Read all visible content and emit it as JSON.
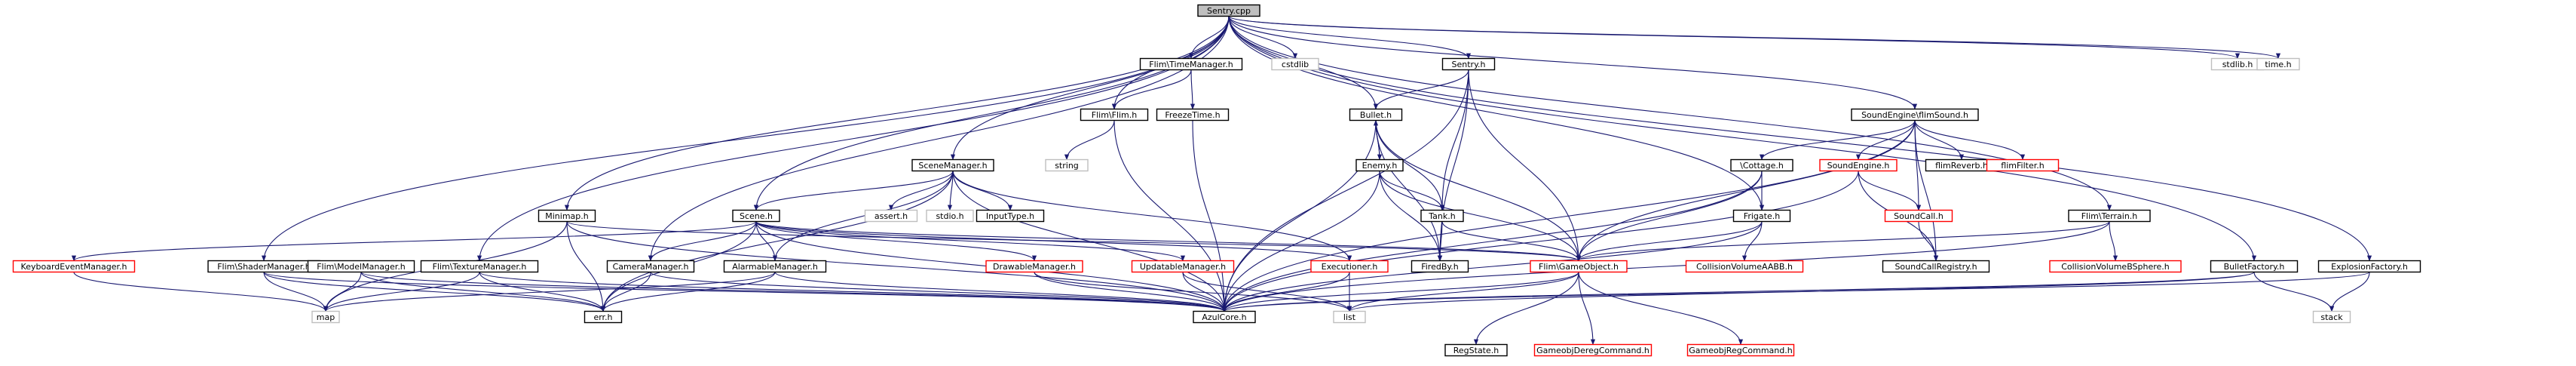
{
  "colors": {
    "edge": "#191970",
    "node_border": "#000000",
    "node_border_unresolved": "#bfbfbf",
    "node_border_external": "#ff0000",
    "node_root_fill": "#bfbfbf",
    "node_fill": "#ffffff",
    "label_unresolved": "#7f7f7f"
  },
  "nodes": [
    {
      "id": "sentry_cpp",
      "label": "Sentry.cpp",
      "kind": "root"
    },
    {
      "id": "flim_timemanager",
      "label": "Flim\\TimeManager.h",
      "kind": "normal"
    },
    {
      "id": "cstdlib",
      "label": "cstdlib",
      "kind": "unresolved"
    },
    {
      "id": "sentry_h",
      "label": "Sentry.h",
      "kind": "normal"
    },
    {
      "id": "stdlib_h",
      "label": "stdlib.h",
      "kind": "unresolved"
    },
    {
      "id": "time_h",
      "label": "time.h",
      "kind": "unresolved"
    },
    {
      "id": "flim_flim",
      "label": "Flim\\Flim.h",
      "kind": "normal"
    },
    {
      "id": "freezetime",
      "label": "FreezeTime.h",
      "kind": "normal"
    },
    {
      "id": "bullet_h",
      "label": "Bullet.h",
      "kind": "normal"
    },
    {
      "id": "soundengine_flimsound",
      "label": "SoundEngine\\flimSound.h",
      "kind": "normal"
    },
    {
      "id": "string",
      "label": "string",
      "kind": "unresolved"
    },
    {
      "id": "scenemanager",
      "label": "SceneManager.h",
      "kind": "normal"
    },
    {
      "id": "enemy_h",
      "label": "Enemy.h",
      "kind": "normal"
    },
    {
      "id": "cottage",
      "label": "\\Cottage.h",
      "kind": "normal"
    },
    {
      "id": "soundengine_h",
      "label": "SoundEngine.h",
      "kind": "external"
    },
    {
      "id": "flimreverb",
      "label": "flimReverb.h",
      "kind": "normal"
    },
    {
      "id": "flimfilter",
      "label": "flimFilter.h",
      "kind": "external"
    },
    {
      "id": "assert_h",
      "label": "assert.h",
      "kind": "unresolved"
    },
    {
      "id": "stdio_h",
      "label": "stdio.h",
      "kind": "unresolved"
    },
    {
      "id": "inputtype",
      "label": "InputType.h",
      "kind": "normal"
    },
    {
      "id": "minimap",
      "label": "Minimap.h",
      "kind": "normal"
    },
    {
      "id": "scene_h",
      "label": "Scene.h",
      "kind": "normal"
    },
    {
      "id": "tank_h",
      "label": "Tank.h",
      "kind": "normal"
    },
    {
      "id": "frigate",
      "label": "Frigate.h",
      "kind": "normal"
    },
    {
      "id": "soundcall",
      "label": "SoundCall.h",
      "kind": "external"
    },
    {
      "id": "flim_terrain",
      "label": "Flim\\Terrain.h",
      "kind": "normal"
    },
    {
      "id": "keyboardeventmanager",
      "label": "KeyboardEventManager.h",
      "kind": "external"
    },
    {
      "id": "flim_shadermanager",
      "label": "Flim\\ShaderManager.h",
      "kind": "normal"
    },
    {
      "id": "flim_modelmanager",
      "label": "Flim\\ModelManager.h",
      "kind": "normal"
    },
    {
      "id": "flim_texturemanager",
      "label": "Flim\\TextureManager.h",
      "kind": "normal"
    },
    {
      "id": "cameramanager",
      "label": "CameraManager.h",
      "kind": "normal"
    },
    {
      "id": "alarmablemanager",
      "label": "AlarmableManager.h",
      "kind": "normal"
    },
    {
      "id": "drawablemanager",
      "label": "DrawableManager.h",
      "kind": "external"
    },
    {
      "id": "updatablemanager",
      "label": "UpdatableManager.h",
      "kind": "external"
    },
    {
      "id": "executioner",
      "label": "Executioner.h",
      "kind": "external"
    },
    {
      "id": "firedby",
      "label": "FiredBy.h",
      "kind": "normal"
    },
    {
      "id": "flim_gameobject",
      "label": "Flim\\GameObject.h",
      "kind": "external"
    },
    {
      "id": "collisionvolumeaabb",
      "label": "CollisionVolumeAABB.h",
      "kind": "external"
    },
    {
      "id": "soundcallregistry",
      "label": "SoundCallRegistry.h",
      "kind": "normal"
    },
    {
      "id": "collisionvolumebsphere",
      "label": "CollisionVolumeBSphere.h",
      "kind": "external"
    },
    {
      "id": "bulletfactory",
      "label": "BulletFactory.h",
      "kind": "normal"
    },
    {
      "id": "explosionfactory",
      "label": "ExplosionFactory.h",
      "kind": "normal"
    },
    {
      "id": "map",
      "label": "map",
      "kind": "unresolved"
    },
    {
      "id": "err_h",
      "label": "err.h",
      "kind": "normal"
    },
    {
      "id": "azulcore",
      "label": "AzulCore.h",
      "kind": "normal"
    },
    {
      "id": "list",
      "label": "list",
      "kind": "unresolved"
    },
    {
      "id": "regstate",
      "label": "RegState.h",
      "kind": "normal"
    },
    {
      "id": "gameobjderegcommand",
      "label": "GameobjDeregCommand.h",
      "kind": "external"
    },
    {
      "id": "gameobjregcommand",
      "label": "GameobjRegCommand.h",
      "kind": "external"
    },
    {
      "id": "stack",
      "label": "stack",
      "kind": "unresolved"
    }
  ],
  "edges": [
    [
      "sentry_cpp",
      "flim_timemanager"
    ],
    [
      "sentry_cpp",
      "cstdlib"
    ],
    [
      "sentry_cpp",
      "sentry_h"
    ],
    [
      "sentry_cpp",
      "stdlib_h"
    ],
    [
      "sentry_cpp",
      "time_h"
    ],
    [
      "sentry_cpp",
      "flim_flim"
    ],
    [
      "sentry_cpp",
      "bullet_h"
    ],
    [
      "sentry_cpp",
      "soundengine_flimsound"
    ],
    [
      "sentry_cpp",
      "scenemanager"
    ],
    [
      "sentry_cpp",
      "minimap"
    ],
    [
      "sentry_cpp",
      "scene_h"
    ],
    [
      "sentry_cpp",
      "flim_shadermanager"
    ],
    [
      "sentry_cpp",
      "flim_texturemanager"
    ],
    [
      "sentry_cpp",
      "cameramanager"
    ],
    [
      "sentry_cpp",
      "frigate"
    ],
    [
      "sentry_cpp",
      "flim_terrain"
    ],
    [
      "sentry_cpp",
      "bulletfactory"
    ],
    [
      "sentry_cpp",
      "explosionfactory"
    ],
    [
      "flim_timemanager",
      "flim_flim"
    ],
    [
      "flim_timemanager",
      "freezetime"
    ],
    [
      "flim_flim",
      "string"
    ],
    [
      "flim_flim",
      "azulcore"
    ],
    [
      "freezetime",
      "azulcore"
    ],
    [
      "sentry_h",
      "bullet_h"
    ],
    [
      "sentry_h",
      "tank_h"
    ],
    [
      "sentry_h",
      "firedby"
    ],
    [
      "sentry_h",
      "flim_gameobject"
    ],
    [
      "sentry_h",
      "azulcore"
    ],
    [
      "bullet_h",
      "enemy_h"
    ],
    [
      "bullet_h",
      "tank_h"
    ],
    [
      "bullet_h",
      "firedby"
    ],
    [
      "bullet_h",
      "flim_gameobject"
    ],
    [
      "bullet_h",
      "azulcore"
    ],
    [
      "enemy_h",
      "bullet_h"
    ],
    [
      "enemy_h",
      "tank_h"
    ],
    [
      "enemy_h",
      "firedby"
    ],
    [
      "enemy_h",
      "flim_gameobject"
    ],
    [
      "enemy_h",
      "azulcore"
    ],
    [
      "tank_h",
      "firedby"
    ],
    [
      "tank_h",
      "flim_gameobject"
    ],
    [
      "soundengine_flimsound",
      "cottage"
    ],
    [
      "soundengine_flimsound",
      "soundengine_h"
    ],
    [
      "soundengine_flimsound",
      "flimreverb"
    ],
    [
      "soundengine_flimsound",
      "flimfilter"
    ],
    [
      "soundengine_flimsound",
      "soundcall"
    ],
    [
      "soundengine_flimsound",
      "soundcallregistry"
    ],
    [
      "soundengine_flimsound",
      "azulcore"
    ],
    [
      "soundengine_flimsound",
      "flim_gameobject"
    ],
    [
      "soundengine_h",
      "soundcall"
    ],
    [
      "soundengine_h",
      "soundcallregistry"
    ],
    [
      "soundengine_h",
      "azulcore"
    ],
    [
      "soundcall",
      "soundcallregistry"
    ],
    [
      "cottage",
      "frigate"
    ],
    [
      "cottage",
      "flim_gameobject"
    ],
    [
      "cottage",
      "azulcore"
    ],
    [
      "frigate",
      "flim_gameobject"
    ],
    [
      "frigate",
      "collisionvolumeaabb"
    ],
    [
      "frigate",
      "azulcore"
    ],
    [
      "scenemanager",
      "assert_h"
    ],
    [
      "scenemanager",
      "stdio_h"
    ],
    [
      "scenemanager",
      "inputtype"
    ],
    [
      "scenemanager",
      "scene_h"
    ],
    [
      "scenemanager",
      "alarmablemanager"
    ],
    [
      "scenemanager",
      "executioner"
    ],
    [
      "scenemanager",
      "azulcore"
    ],
    [
      "scenemanager",
      "err_h"
    ],
    [
      "minimap",
      "flim_gameobject"
    ],
    [
      "minimap",
      "map"
    ],
    [
      "minimap",
      "err_h"
    ],
    [
      "minimap",
      "azulcore"
    ],
    [
      "scene_h",
      "keyboardeventmanager"
    ],
    [
      "scene_h",
      "cameramanager"
    ],
    [
      "scene_h",
      "alarmablemanager"
    ],
    [
      "scene_h",
      "drawablemanager"
    ],
    [
      "scene_h",
      "updatablemanager"
    ],
    [
      "scene_h",
      "executioner"
    ],
    [
      "scene_h",
      "flim_gameobject"
    ],
    [
      "scene_h",
      "err_h"
    ],
    [
      "scene_h",
      "azulcore"
    ],
    [
      "keyboardeventmanager",
      "map"
    ],
    [
      "flim_shadermanager",
      "map"
    ],
    [
      "flim_shadermanager",
      "err_h"
    ],
    [
      "flim_shadermanager",
      "azulcore"
    ],
    [
      "flim_modelmanager",
      "map"
    ],
    [
      "flim_modelmanager",
      "err_h"
    ],
    [
      "flim_modelmanager",
      "azulcore"
    ],
    [
      "flim_texturemanager",
      "map"
    ],
    [
      "flim_texturemanager",
      "err_h"
    ],
    [
      "flim_texturemanager",
      "azulcore"
    ],
    [
      "cameramanager",
      "err_h"
    ],
    [
      "cameramanager",
      "azulcore"
    ],
    [
      "alarmablemanager",
      "map"
    ],
    [
      "alarmablemanager",
      "err_h"
    ],
    [
      "alarmablemanager",
      "azulcore"
    ],
    [
      "drawablemanager",
      "list"
    ],
    [
      "drawablemanager",
      "azulcore"
    ],
    [
      "updatablemanager",
      "list"
    ],
    [
      "updatablemanager",
      "azulcore"
    ],
    [
      "executioner",
      "list"
    ],
    [
      "executioner",
      "azulcore"
    ],
    [
      "flim_gameobject",
      "regstate"
    ],
    [
      "flim_gameobject",
      "gameobjderegcommand"
    ],
    [
      "flim_gameobject",
      "gameobjregcommand"
    ],
    [
      "flim_gameobject",
      "azulcore"
    ],
    [
      "flim_gameobject",
      "list"
    ],
    [
      "flim_terrain",
      "flim_gameobject"
    ],
    [
      "flim_terrain",
      "collisionvolumebsphere"
    ],
    [
      "flim_terrain",
      "azulcore"
    ],
    [
      "bulletfactory",
      "stack"
    ],
    [
      "bulletfactory",
      "azulcore"
    ],
    [
      "bulletfactory",
      "list"
    ],
    [
      "explosionfactory",
      "stack"
    ],
    [
      "explosionfactory",
      "azulcore"
    ]
  ]
}
